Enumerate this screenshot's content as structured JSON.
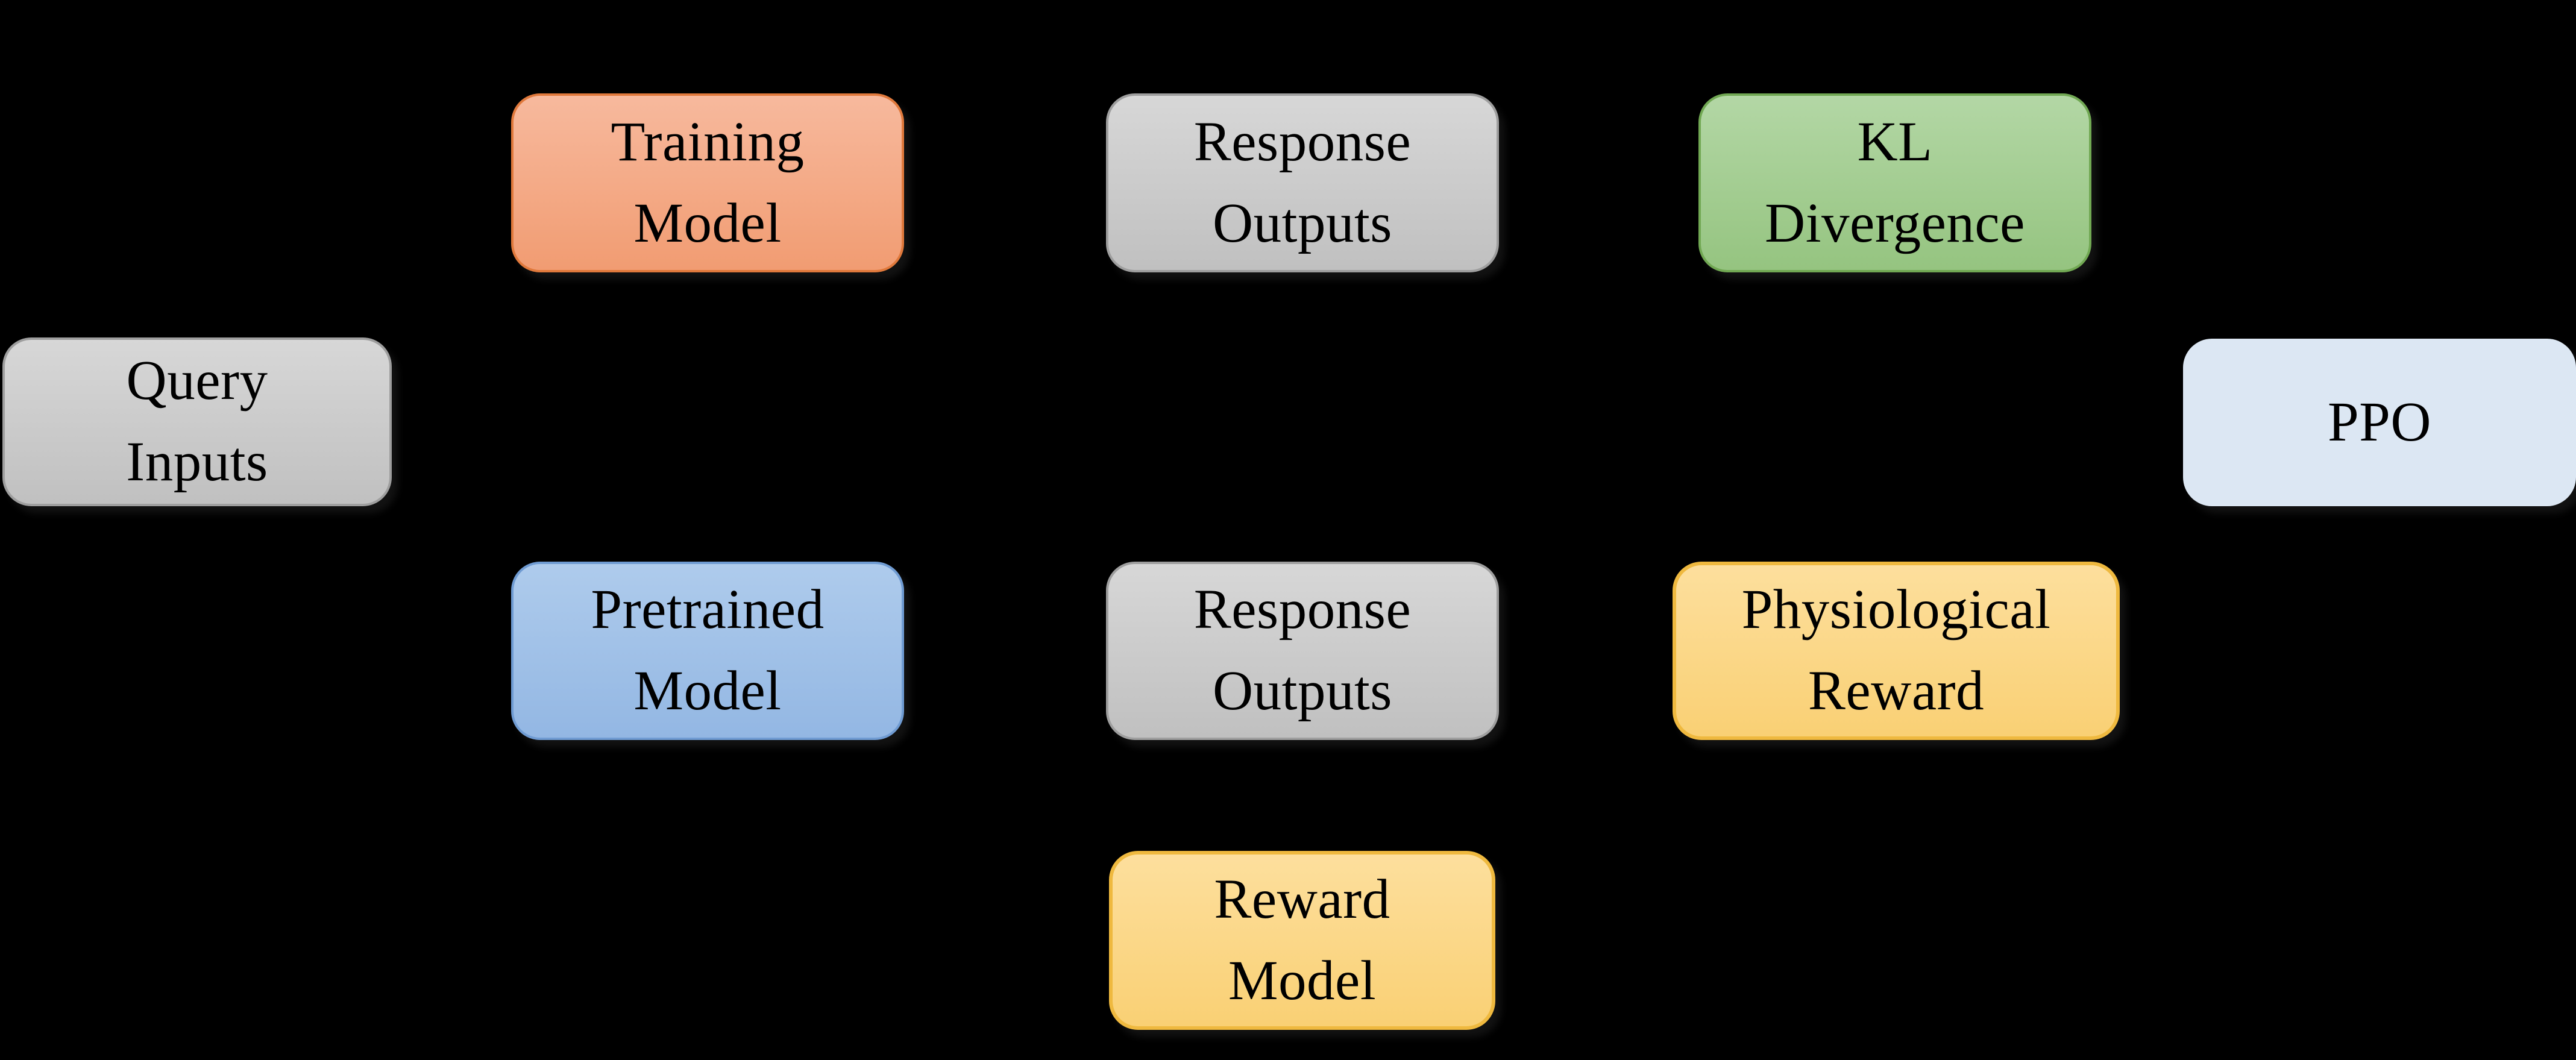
{
  "canvas": {
    "background": "#000000",
    "text_color": "#000000"
  },
  "nodes": {
    "query_inputs": {
      "label": "Query\nInputs",
      "fill_top": "#D7D7D7",
      "fill_bottom": "#C0C0C0",
      "border_color": "#9E9E9E"
    },
    "training_model": {
      "label": "Training\nModel",
      "fill_top": "#F7B99D",
      "fill_bottom": "#F19C72",
      "border_color": "#E0793C"
    },
    "response_outputs_top": {
      "label": "Response\nOutputs",
      "fill_top": "#D7D7D7",
      "fill_bottom": "#C0C0C0",
      "border_color": "#9E9E9E"
    },
    "kl_divergence": {
      "label": "KL\nDivergence",
      "fill_top": "#B3D7A5",
      "fill_bottom": "#95C480",
      "border_color": "#71A853"
    },
    "ppo": {
      "label": "PPO",
      "fill_top": "#DCE7F3",
      "fill_bottom": "#DCE7F3",
      "border_color": "#DCE7F3"
    },
    "pretrained_model": {
      "label": "Pretrained\nModel",
      "fill_top": "#AECBEC",
      "fill_bottom": "#93B7E3",
      "border_color": "#6F9BD2"
    },
    "response_outputs_bottom": {
      "label": "Response\nOutputs",
      "fill_top": "#D7D7D7",
      "fill_bottom": "#C0C0C0",
      "border_color": "#9E9E9E"
    },
    "physiological_reward": {
      "label": "Physiological\nReward",
      "fill_top": "#FDDF9D",
      "fill_bottom": "#F9D074",
      "border_color": "#EFB93F"
    },
    "reward_model": {
      "label": "Reward\nModel",
      "fill_top": "#FDDF9D",
      "fill_bottom": "#F9D074",
      "border_color": "#EFB93F"
    }
  }
}
